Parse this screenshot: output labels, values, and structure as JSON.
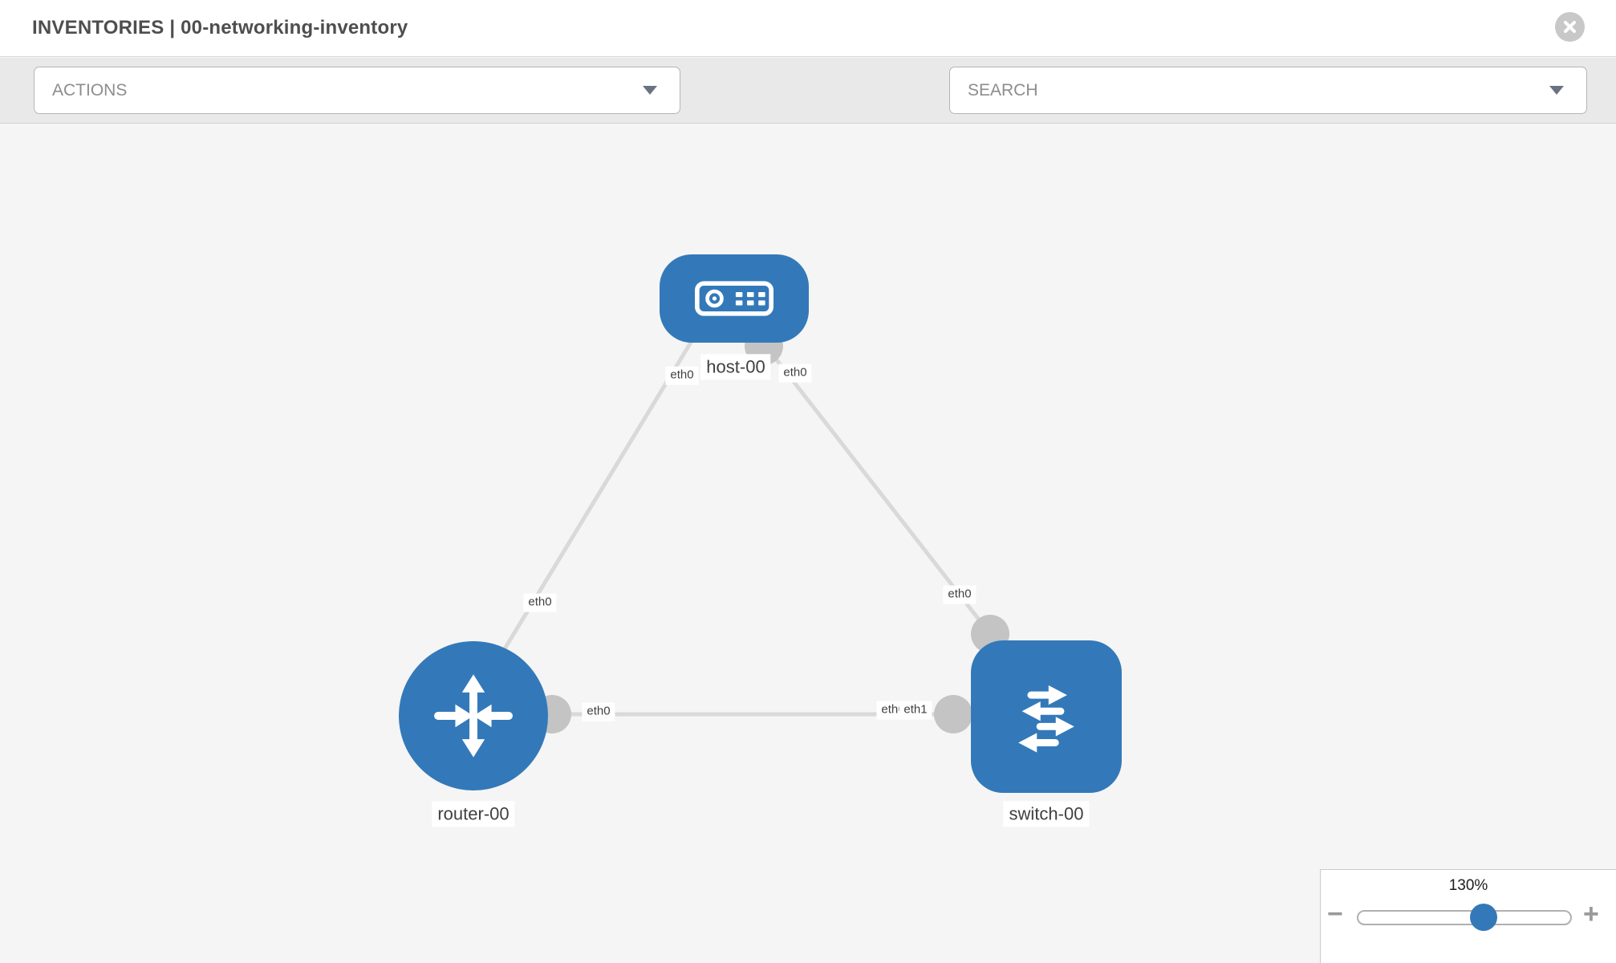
{
  "header": {
    "title": "INVENTORIES | 00-networking-inventory"
  },
  "toolbar": {
    "actions_label": "ACTIONS",
    "search_placeholder": "SEARCH",
    "icons": [
      "wrench-icon",
      "key-icon"
    ]
  },
  "topology": {
    "nodes": [
      {
        "id": "host-00",
        "label": "host-00",
        "type": "host",
        "icon": "server-icon"
      },
      {
        "id": "router-00",
        "label": "router-00",
        "type": "router",
        "icon": "router-arrows-icon"
      },
      {
        "id": "switch-00",
        "label": "switch-00",
        "type": "switch",
        "icon": "switch-arrows-icon"
      }
    ],
    "links": [
      {
        "from": "host-00",
        "to": "router-00",
        "from_iface": "eth0",
        "to_iface": "eth0"
      },
      {
        "from": "host-00",
        "to": "switch-00",
        "from_iface": "eth0",
        "to_iface": "eth0"
      },
      {
        "from": "router-00",
        "to": "switch-00",
        "from_iface": "eth0",
        "to_iface": "eth1"
      }
    ]
  },
  "zoom_control": {
    "level": "130%",
    "minus": "−",
    "plus": "+"
  },
  "colors": {
    "node_blue": "#3379b9",
    "link_gray": "#d9d9d9",
    "connector_gray": "#c4c4c4",
    "canvas_bg": "#f5f5f5",
    "toolbar_bg": "#e9e9e9"
  }
}
